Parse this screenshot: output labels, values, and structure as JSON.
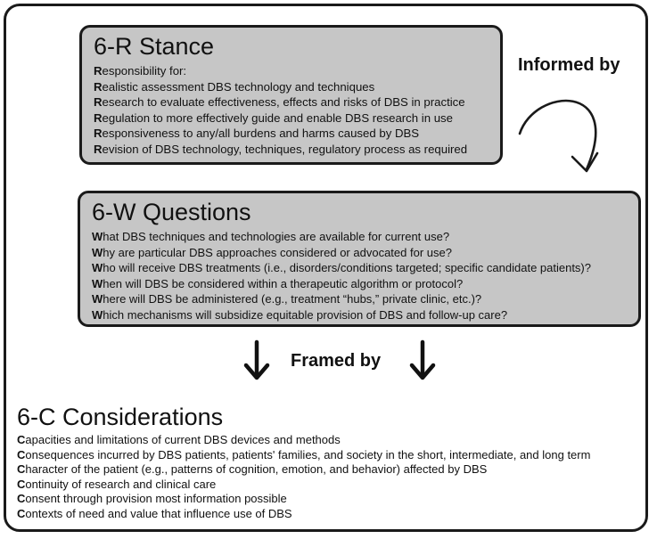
{
  "informed_by": "Informed by",
  "framed_by": "Framed by",
  "r_box": {
    "title": "6-R Stance",
    "lines": [
      {
        "initial": "R",
        "rest": "esponsibility for:"
      },
      {
        "initial": "R",
        "rest": "ealistic assessment DBS technology and techniques"
      },
      {
        "initial": "R",
        "rest": "esearch to evaluate effectiveness, effects and risks of DBS in practice"
      },
      {
        "initial": "R",
        "rest": "egulation to more effectively guide and enable DBS research in use"
      },
      {
        "initial": "R",
        "rest": "esponsiveness to any/all burdens and harms caused by DBS"
      },
      {
        "initial": "R",
        "rest": "evision of DBS technology, techniques, regulatory process as required"
      }
    ]
  },
  "w_box": {
    "title": "6-W Questions",
    "lines": [
      {
        "initial": "W",
        "rest": "hat DBS techniques and technologies are available for current use?"
      },
      {
        "initial": "W",
        "rest": "hy are particular DBS approaches considered or advocated for use?"
      },
      {
        "initial": "W",
        "rest": "ho will receive DBS treatments (i.e., disorders/conditions targeted; specific candidate patients)?"
      },
      {
        "initial": "W",
        "rest": "hen will DBS be considered within a therapeutic algorithm or protocol?"
      },
      {
        "initial": "W",
        "rest": "here will DBS be administered (e.g., treatment “hubs,” private clinic, etc.)?"
      },
      {
        "initial": "W",
        "rest": "hich mechanisms will subsidize equitable provision of DBS and follow-up care?"
      }
    ]
  },
  "c_section": {
    "title": "6-C Considerations",
    "lines": [
      {
        "initial": "C",
        "rest": "apacities and limitations of current DBS devices and methods"
      },
      {
        "initial": "C",
        "rest": "onsequences incurred by DBS patients, patients' families, and society in the short, intermediate, and long term"
      },
      {
        "initial": "C",
        "rest": "haracter of the patient (e.g., patterns of cognition, emotion, and behavior) affected by DBS"
      },
      {
        "initial": "C",
        "rest": "ontinuity of research and clinical care"
      },
      {
        "initial": "C",
        "rest": "onsent through provision most information possible"
      },
      {
        "initial": "C",
        "rest": "ontexts of need and value that influence use of DBS"
      }
    ]
  }
}
